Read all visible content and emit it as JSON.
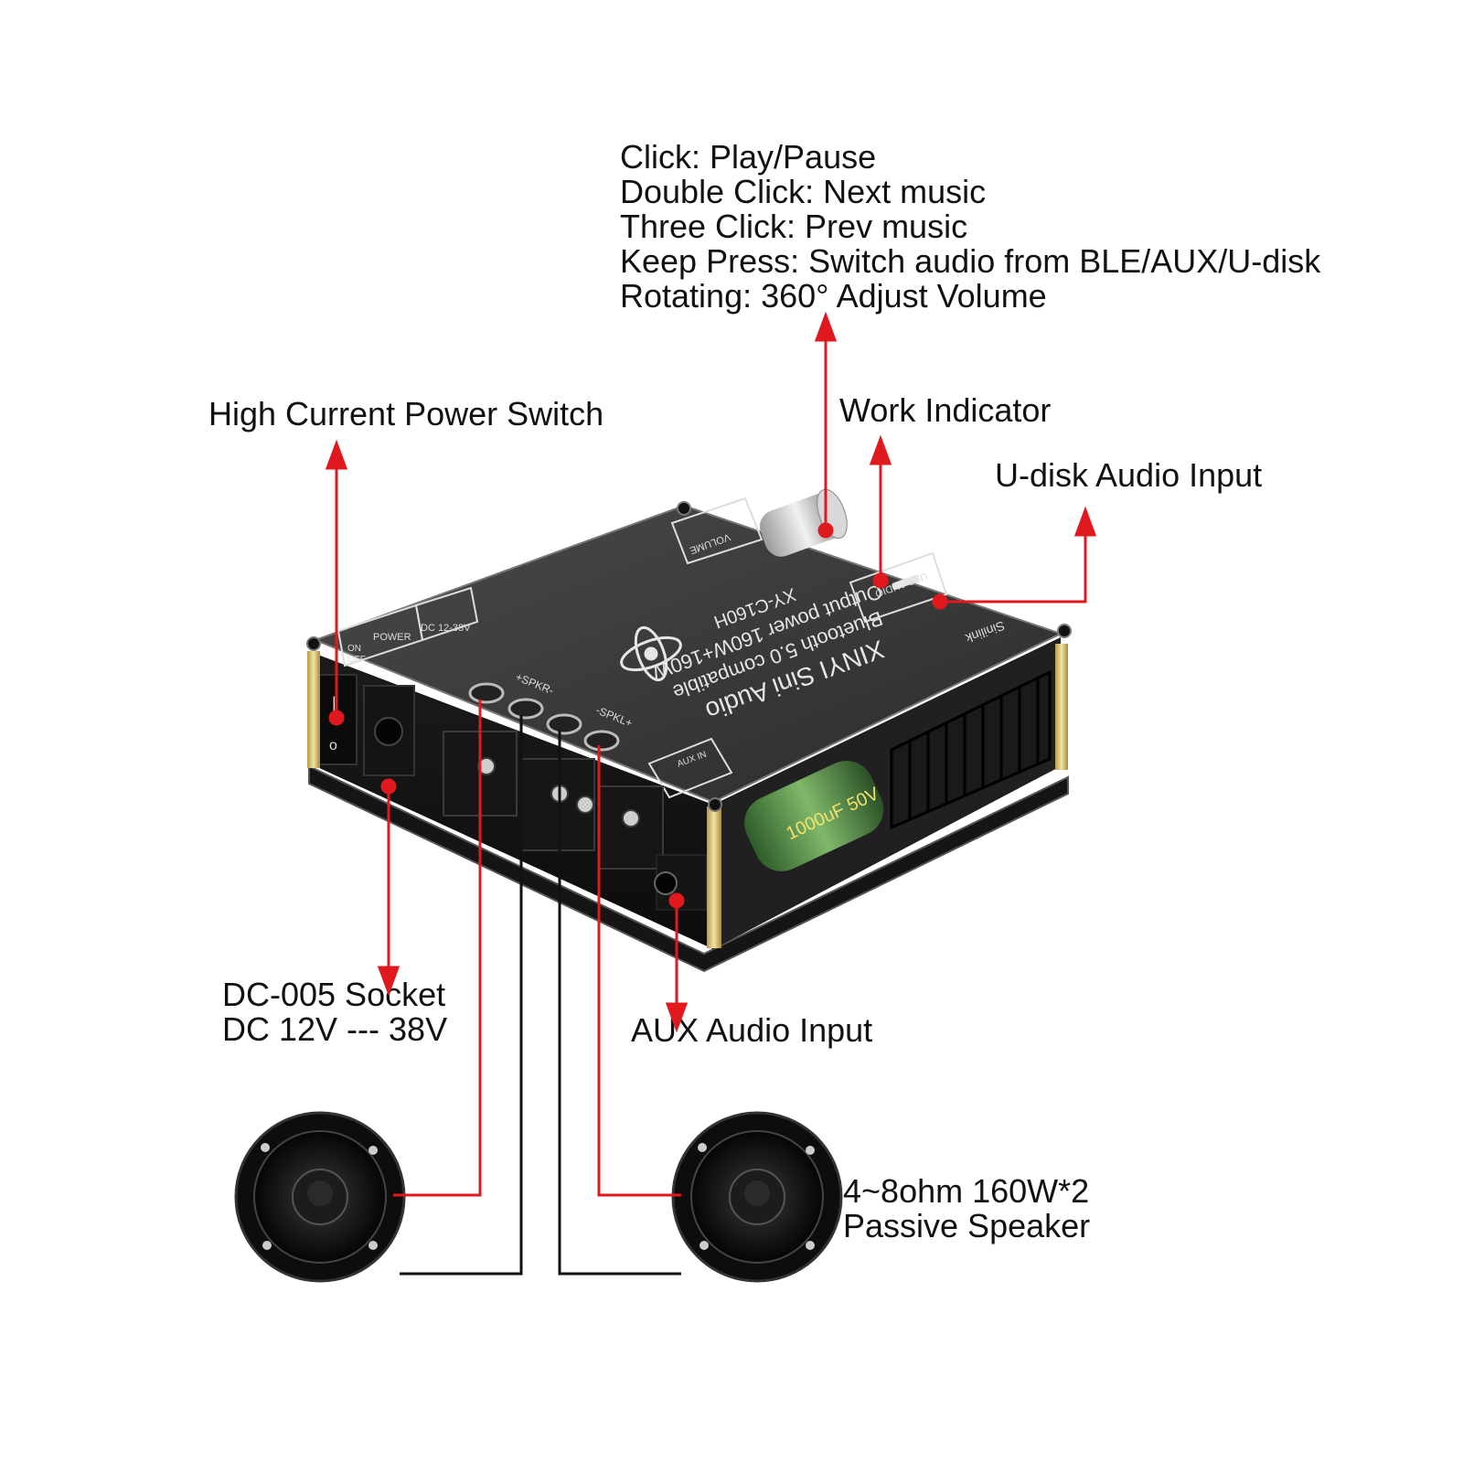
{
  "knob_functions": {
    "lines": [
      "Click: Play/Pause",
      "Double Click: Next music",
      "Three Click: Prev music",
      "Keep Press: Switch audio from BLE/AUX/U-disk",
      "Rotating: 360° Adjust Volume"
    ]
  },
  "callouts": {
    "power_switch": "High Current Power Switch",
    "work_indicator": "Work Indicator",
    "udisk_input": "U-disk Audio Input",
    "dc_socket_line1": "DC-005 Socket",
    "dc_socket_line2": "DC 12V --- 38V",
    "aux_input": "AUX Audio Input",
    "speaker_line1": "4~8ohm 160W*2",
    "speaker_line2": "Passive Speaker"
  },
  "board": {
    "title": "XINYI Sini Audio",
    "line2": "Bluetooth 5.0 compatible",
    "line3": "Output power 160W+160W",
    "model": "XY-C160H",
    "port_usb": "USB AUDIO",
    "port_volume": "VOLUME",
    "port_aux": "AUX IN",
    "port_power": "POWER",
    "switch_on": "ON",
    "switch_off": "OFF",
    "dc_range": "DC 12-38V",
    "spk_right": "+SPKR-",
    "spk_left": "-SPKL+",
    "brand": "Sinilink",
    "capacitor": "1000uF 50V"
  },
  "colors": {
    "arrow": "#e0191f",
    "wire_black": "#111111",
    "board_top": "#3c3c3c",
    "standoff": "#e8d28a"
  }
}
